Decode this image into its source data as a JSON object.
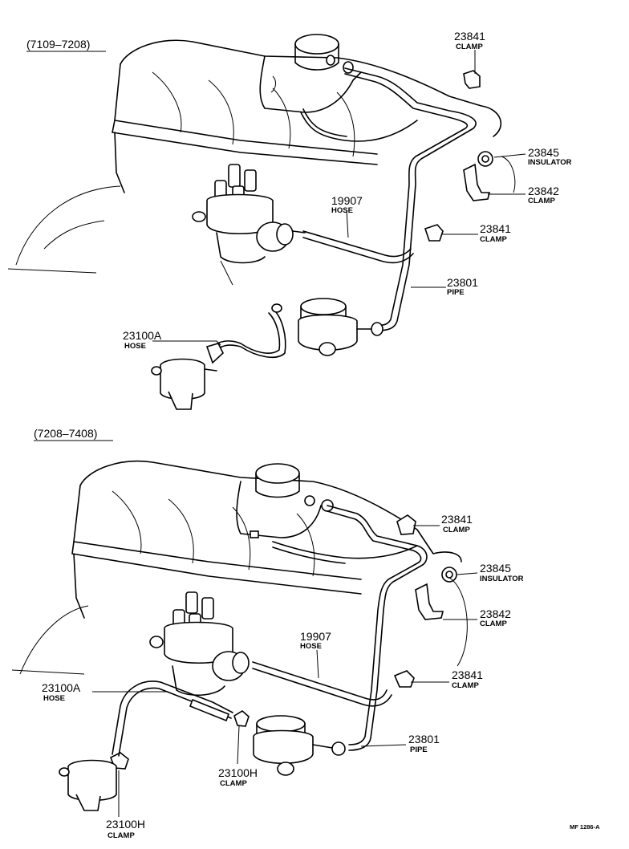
{
  "diagram": {
    "sections": [
      {
        "range": "(7109–7208)",
        "callouts": [
          {
            "part": "23841",
            "name": "CLAMP"
          },
          {
            "part": "23845",
            "name": "INSULATOR"
          },
          {
            "part": "23842",
            "name": "CLAMP"
          },
          {
            "part": "19907",
            "name": "HOSE"
          },
          {
            "part": "23841",
            "name": "CLAMP"
          },
          {
            "part": "23801",
            "name": "PIPE"
          },
          {
            "part": "23100A",
            "name": "HOSE"
          }
        ]
      },
      {
        "range": "(7208–7408)",
        "callouts": [
          {
            "part": "23841",
            "name": "CLAMP"
          },
          {
            "part": "23845",
            "name": "INSULATOR"
          },
          {
            "part": "23842",
            "name": "CLAMP"
          },
          {
            "part": "19907",
            "name": "HOSE"
          },
          {
            "part": "23841",
            "name": "CLAMP"
          },
          {
            "part": "23100A",
            "name": "HOSE"
          },
          {
            "part": "23801",
            "name": "PIPE"
          },
          {
            "part": "23100H",
            "name": "CLAMP"
          },
          {
            "part": "23100H",
            "name": "CLAMP"
          }
        ]
      }
    ],
    "figure_code": "MF 1286-A"
  }
}
